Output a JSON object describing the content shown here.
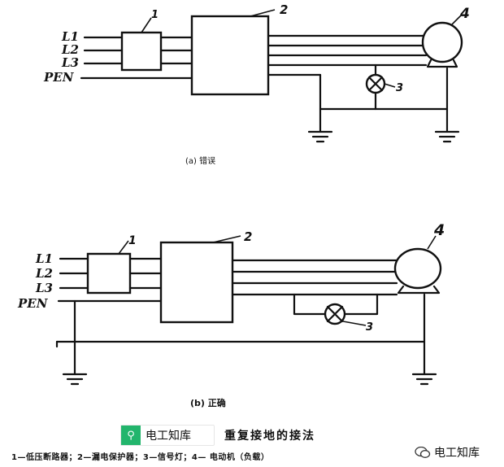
{
  "diagram_a": {
    "lines": [
      "L1",
      "L2",
      "L3",
      "PEN"
    ],
    "markers": {
      "breaker": "1",
      "protector": "2",
      "lamp": "3",
      "motor": "4"
    },
    "caption": "(a) 错误"
  },
  "diagram_b": {
    "lines": [
      "L1",
      "L2",
      "L3",
      "PEN"
    ],
    "markers": {
      "breaker": "1",
      "protector": "2",
      "lamp": "3",
      "motor": "4"
    },
    "caption": "(b) 正确"
  },
  "brand": {
    "name": "电工知库",
    "icon": "search-icon",
    "color": "#22b56c"
  },
  "title": "重复接地的接法",
  "legend": "1—低压断路器；2—漏电保护器；3—信号灯；4— 电动机（负载）",
  "watermark": {
    "text": "电工知库",
    "icon": "wechat-icon"
  }
}
